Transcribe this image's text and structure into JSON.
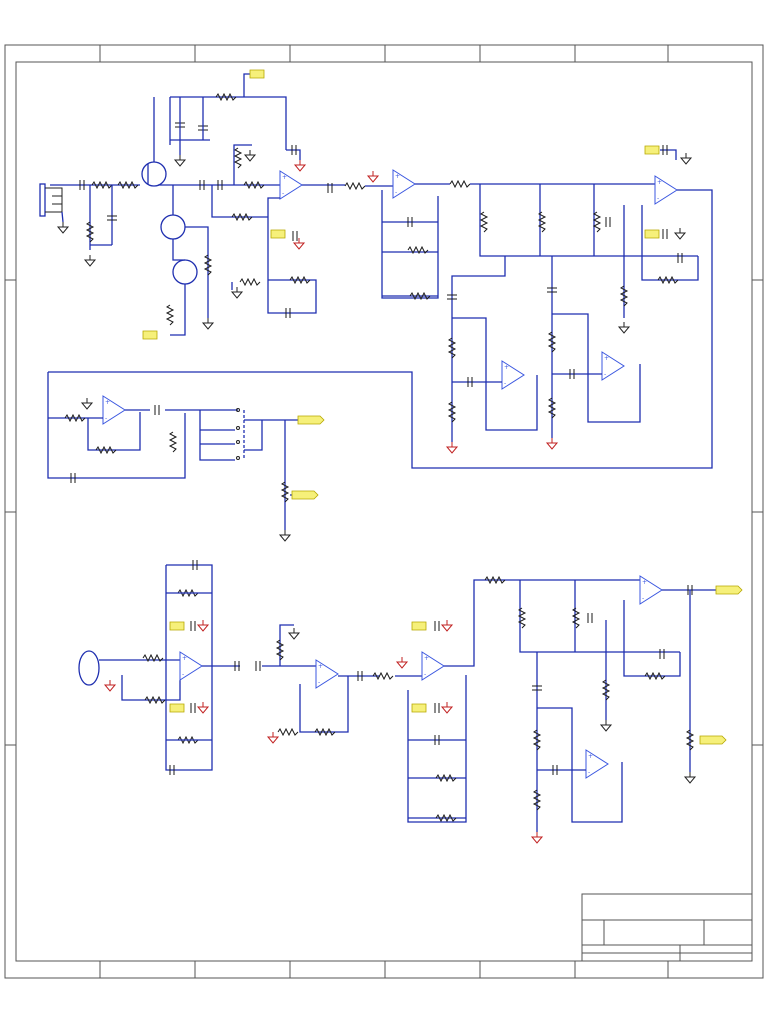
{
  "diagram": {
    "type": "electronic-schematic",
    "title_block": {
      "title": "",
      "sheet": "",
      "revision": "",
      "date": ""
    },
    "frame": {
      "columns": 8,
      "rows": 4
    },
    "colors": {
      "wire": "#1f2fb0",
      "component": "#1a1a1a",
      "opamp": "#3b57e0",
      "net_label": "#f6f07a",
      "power_rail": "#c02020",
      "frame": "#555555"
    },
    "net_labels": [
      "",
      "",
      "",
      "",
      "",
      "",
      "",
      "",
      "",
      "",
      "",
      "",
      "",
      "",
      "",
      ""
    ]
  }
}
